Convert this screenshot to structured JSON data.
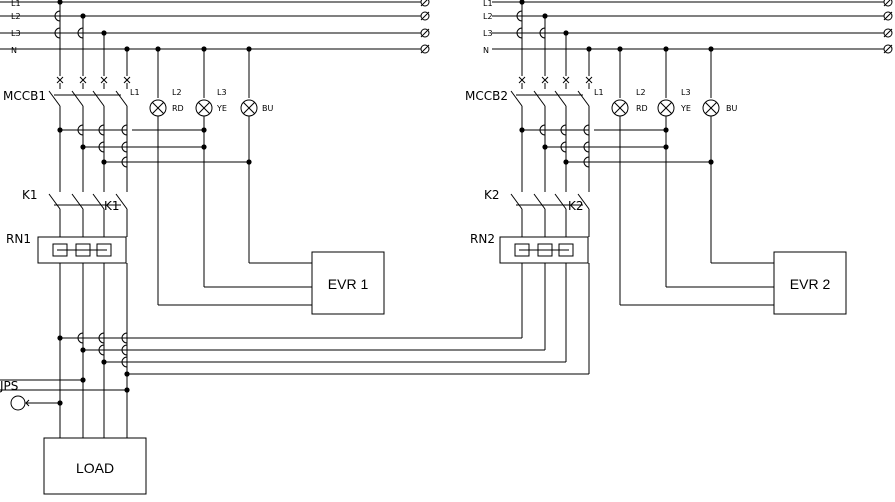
{
  "bus_labels": [
    "L1",
    "L2",
    "L3",
    "N"
  ],
  "left": {
    "breaker": "MCCB1",
    "breaker_phase": "L1",
    "lamps": [
      {
        "phase": "L2",
        "color": "RD"
      },
      {
        "phase": "L3",
        "color": "YE"
      },
      {
        "color": "BU"
      }
    ],
    "contactor": "K1",
    "contactor_tag": "K1",
    "relay": "RN1",
    "regulator": "EVR 1"
  },
  "right": {
    "breaker": "MCCB2",
    "breaker_phase": "L1",
    "lamps": [
      {
        "phase": "L2",
        "color": "RD"
      },
      {
        "phase": "L3",
        "color": "YE"
      },
      {
        "color": "BU"
      }
    ],
    "contactor": "K2",
    "contactor_tag": "K2",
    "relay": "RN2",
    "regulator": "EVR 2"
  },
  "ups_label": "JPS",
  "ref_marker": "1",
  "load": "LOAD"
}
